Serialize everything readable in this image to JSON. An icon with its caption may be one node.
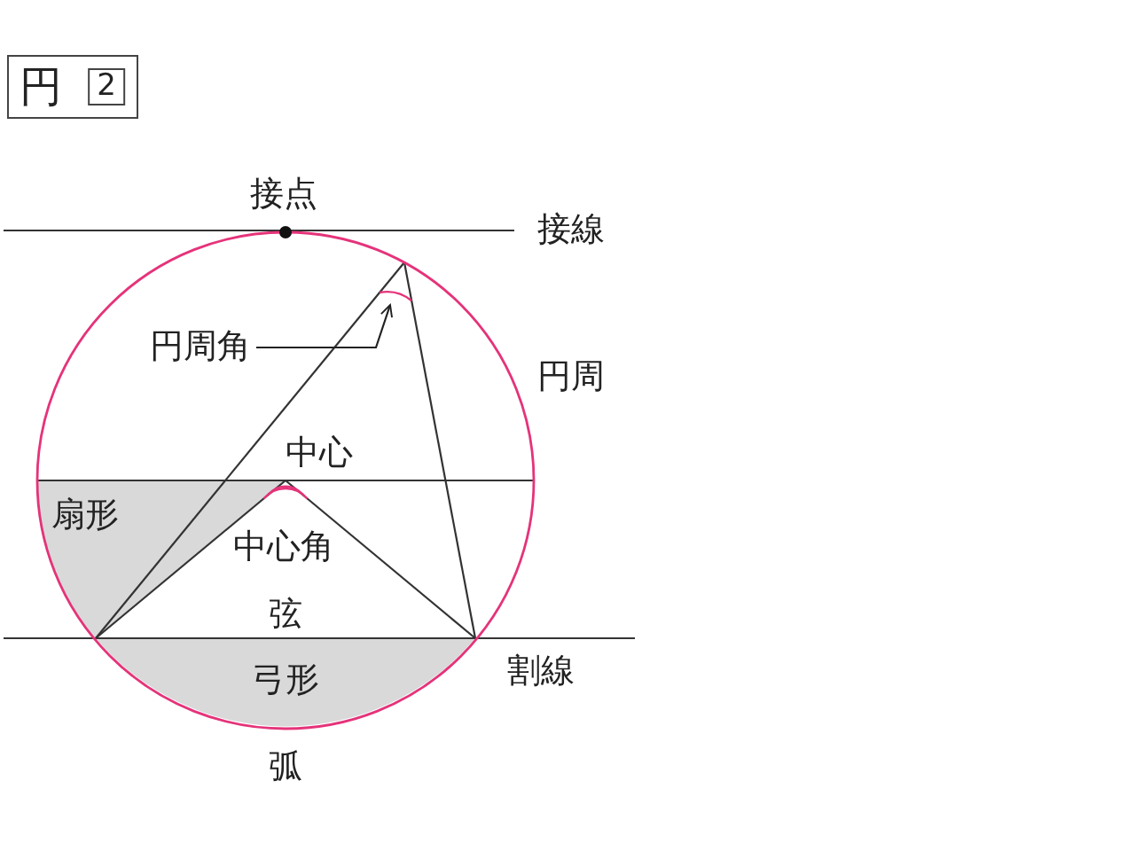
{
  "diagram": {
    "title": "円",
    "nodes": [
      {
        "text": [
          "円周角"
        ]
      },
      {
        "text": [],
        "shape": "arc"
      }
    ],
    "edges": [
      {
        "from": 0,
        "to": 1,
        "arrow": "to"
      }
    ],
    "labels": [
      "2",
      "接点",
      "接線",
      "円周",
      "中心",
      "扇形",
      "中心角",
      "弦",
      "割線",
      "弓形",
      "弧"
    ]
  }
}
